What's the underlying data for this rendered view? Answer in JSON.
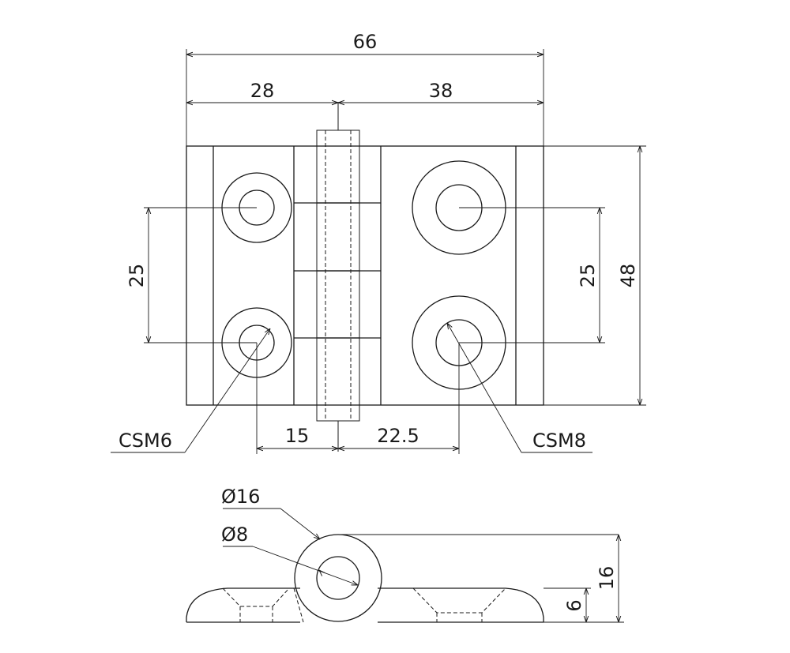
{
  "dimensions": {
    "overall_width": "66",
    "left_leaf_width": "28",
    "right_leaf_width": "38",
    "left_hole_spacing": "25",
    "right_hole_spacing": "25",
    "overall_height": "48",
    "left_hole_offset": "15",
    "right_hole_offset": "22.5",
    "left_countersink": "CSM6",
    "right_countersink": "CSM8",
    "knuckle_outer_diameter": "Ø16",
    "knuckle_inner_diameter": "Ø8",
    "knuckle_height": "16",
    "leaf_thickness": "6"
  }
}
